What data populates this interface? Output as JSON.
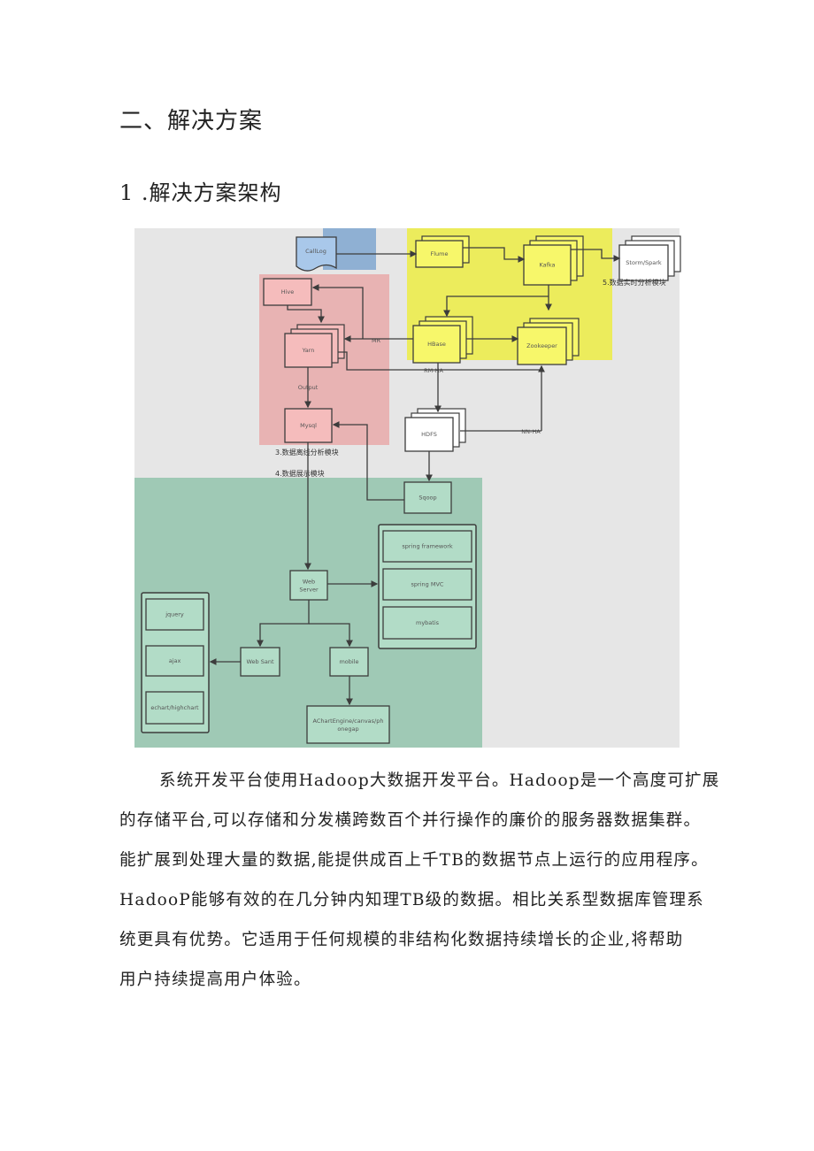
{
  "heading": "二、解决方案",
  "subheading": "1 .解决方案架构",
  "diagram": {
    "colors": {
      "background": "#e6e6e6",
      "realtime_region": "#ecec5c",
      "offline_region": "#e8b3b3",
      "display_region": "#9fc9b5",
      "source_region": "#8fb0d3"
    },
    "nodes": {
      "calllog": "CallLog",
      "flume": "Flume",
      "kafka": "Kafka",
      "storm": "Storm/Spark",
      "hive": "Hive",
      "yarn": "Yarn",
      "hbase": "HBase",
      "zookeeper": "Zookeeper",
      "mysql": "Mysql",
      "hdfs": "HDFS",
      "sqoop": "Sqoop",
      "spring_framework": "spring framework",
      "spring_mvc": "spring MVC",
      "mybatis": "mybatis",
      "web_server_1": "Web",
      "web_server_2": "Server",
      "jquery": "jquery",
      "ajax": "ajax",
      "echart": "echart/highchart",
      "web_sant": "Web Sant",
      "mobile": "mobile",
      "achart_1": "AChartEngine/canvas/ph",
      "achart_2": "onegap"
    },
    "edge_labels": {
      "mr": "MR",
      "rm_ha": "RM-HA",
      "output": "Output",
      "nn_ha": "NN-HA"
    },
    "module_labels": {
      "realtime": "5.数据实时分析模块",
      "offline": "3.数据离线分析模块",
      "display": "4.数据展示模块"
    }
  },
  "paragraph": [
    "系统开发平台使用Hadoop大数据开发平台。Hadoop是一个高度可扩展",
    "的存储平台,可以存储和分发横跨数百个并行操作的廉价的服务器数据集群。",
    "能扩展到处理大量的数据,能提供成百上千TB的数据节点上运行的应用程序。",
    "HadooP能够有效的在几分钟内知理TB级的数据。相比关系型数据库管理系",
    "统更具有优势。它适用于任何规模的非结构化数据持续增长的企业,将帮助",
    "用户持续提高用户体验。"
  ]
}
